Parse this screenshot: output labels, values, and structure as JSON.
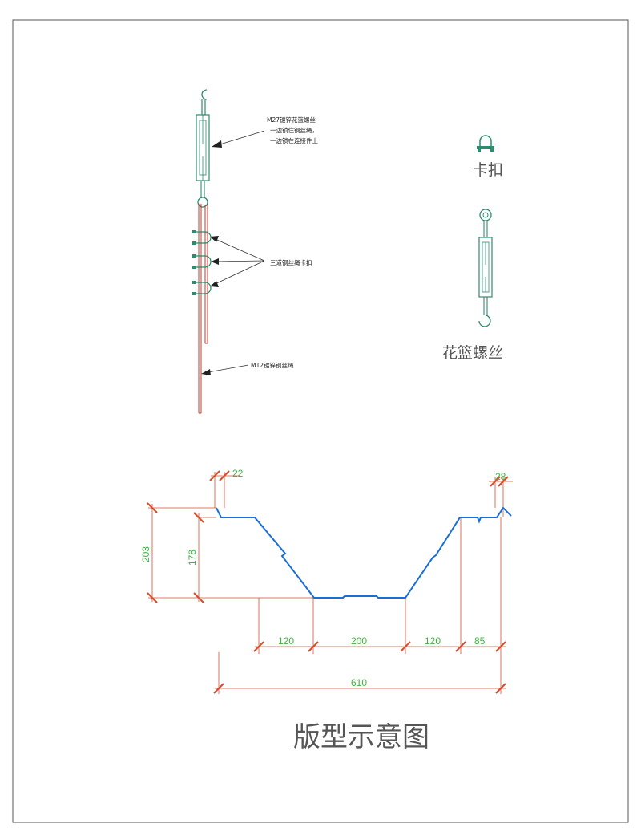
{
  "drawing": {
    "annotation_turnbuckle": [
      "M27镀锌花篮螺丝",
      "一边锁住钢丝绳，",
      "一边锁在连接件上"
    ],
    "annotation_clamps": "三道钢丝绳卡扣",
    "annotation_rope": "M12镀锌钢丝绳",
    "clamp_caption": "卡扣",
    "turnbuckle_caption": "花篮螺丝",
    "profile_caption": "版型示意图"
  },
  "profile_dims": {
    "left_lip": "22",
    "right_lip": "28",
    "total_height": "203",
    "rib_height": "178",
    "seg_left_slope": "120",
    "seg_bottom": "200",
    "seg_right_slope": "120",
    "seg_right_flat": "85",
    "total_width": "610"
  },
  "colors": {
    "frame": "#555555",
    "profile": "#1a6fd6",
    "dimension": "#d94b2b",
    "dim_text": "#3db53d",
    "hardware": "#2e8b6e",
    "rope": "#c0392b"
  }
}
